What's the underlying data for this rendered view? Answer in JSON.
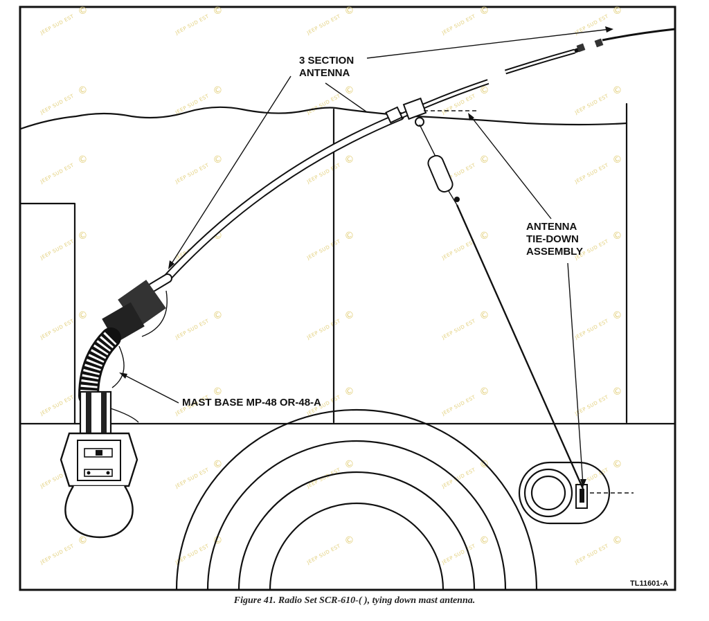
{
  "labels": {
    "antenna": [
      "3 SECTION",
      "ANTENNA"
    ],
    "tie_down": [
      "ANTENNA",
      "TIE-DOWN",
      "ASSEMBLY"
    ],
    "mast_base": "MAST BASE MP-48 OR-48-A",
    "drawing_code": "TL11601-A"
  },
  "caption": "Figure 41. Radio Set SCR-610-(    ), tying down mast antenna.",
  "watermark": "JEEP SUD EST ©"
}
